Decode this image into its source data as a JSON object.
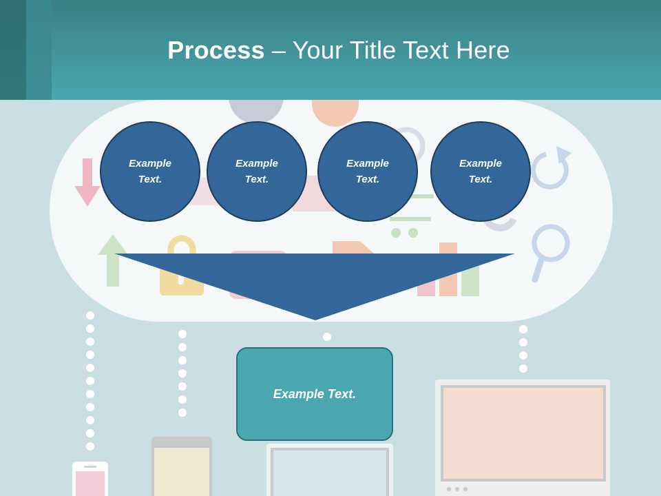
{
  "header": {
    "title_bold": "Process",
    "title_rest": " – Your Title Text Here"
  },
  "process": {
    "steps": [
      {
        "label": "Example\nText."
      },
      {
        "label": "Example\nText."
      },
      {
        "label": "Example\nText."
      },
      {
        "label": "Example\nText."
      }
    ],
    "result_label": "Example Text."
  },
  "colors": {
    "header": "#4aa7b0",
    "background": "#c9dfe2",
    "circle": "#346799",
    "triangle": "#346799",
    "result_box": "#4aa7b0"
  }
}
